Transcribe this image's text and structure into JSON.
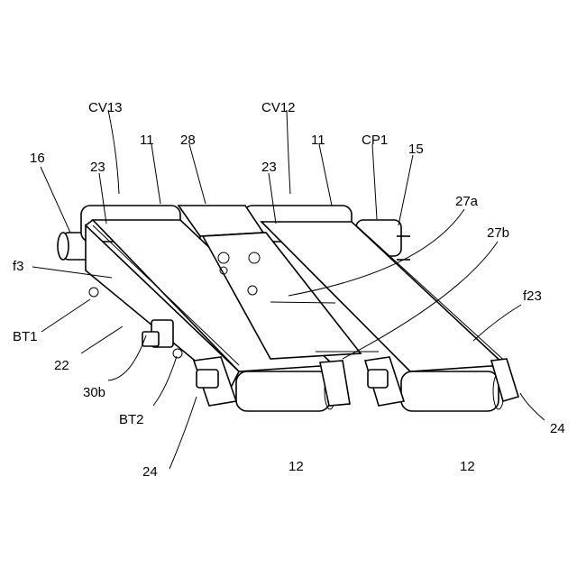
{
  "labels": {
    "cv13": "CV13",
    "cv12": "CV12",
    "n11a": "11",
    "n11b": "11",
    "n28": "28",
    "cp1": "CP1",
    "n15": "15",
    "n16": "16",
    "n23a": "23",
    "n23b": "23",
    "n27a": "27a",
    "n27b": "27b",
    "f3": "f3",
    "f23": "f23",
    "bt1": "BT1",
    "n22": "22",
    "n30b": "30b",
    "bt2": "BT2",
    "n24a": "24",
    "n24b": "24",
    "n12a": "12",
    "n12b": "12"
  }
}
